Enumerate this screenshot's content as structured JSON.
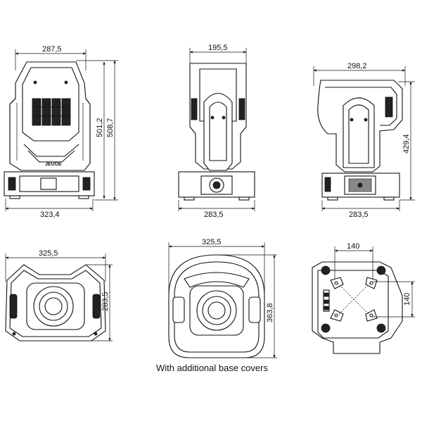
{
  "dimensions": {
    "front_width": "287,5",
    "front_height_inner": "501,2",
    "front_height_outer": "508,7",
    "front_base_width": "323,4",
    "side_width": "195,5",
    "side_base_width": "283,5",
    "rear_width": "298,2",
    "rear_height": "429,4",
    "rear_base_width": "283,5",
    "top_width": "325,5",
    "top_depth": "283,5",
    "covered_width": "325,5",
    "covered_depth": "363,8",
    "bottom_mount_h": "140",
    "bottom_mount_v": "140"
  },
  "caption": "With additional base covers",
  "brand_text": "JEUGE"
}
